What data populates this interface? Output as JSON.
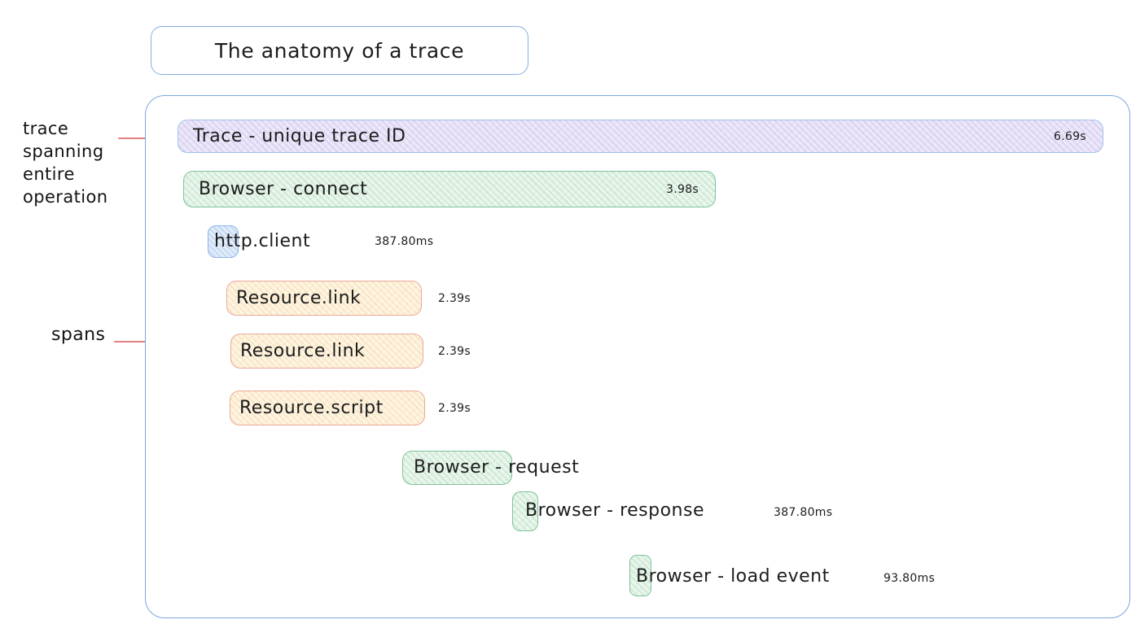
{
  "title": "The anatomy of a trace",
  "annotations": {
    "trace": "trace\nspanning\nentire\noperation",
    "spans": "spans"
  },
  "trace_bar": {
    "label": "Trace - unique trace ID",
    "duration": "6.69s"
  },
  "spans": [
    {
      "label": "Browser - connect",
      "duration": "3.98s",
      "color": "green"
    },
    {
      "label": "http.client",
      "duration": "387.80ms",
      "color": "blue"
    },
    {
      "label": "Resource.link",
      "duration": "2.39s",
      "color": "yellow"
    },
    {
      "label": "Resource.link",
      "duration": "2.39s",
      "color": "yellow"
    },
    {
      "label": "Resource.script",
      "duration": "2.39s",
      "color": "yellow"
    },
    {
      "label": "Browser - request",
      "duration": "",
      "color": "green"
    },
    {
      "label": "Browser - response",
      "duration": "387.80ms",
      "color": "green"
    },
    {
      "label": "Browser - load event",
      "duration": "93.80ms",
      "color": "green"
    }
  ],
  "colors": {
    "outline_blue": "#7ba6dd",
    "trace_fill": "#ece7f9",
    "trace_border": "#a4c2ec",
    "green_fill": "#e9f6ec",
    "green_border": "#7fc399",
    "blue_fill": "#e1ecfa",
    "blue_border": "#8db4e8",
    "yellow_fill": "#fdf5e1",
    "yellow_border": "#eda798",
    "annotation_line": "#e58080",
    "text": "#1c1c1c"
  }
}
